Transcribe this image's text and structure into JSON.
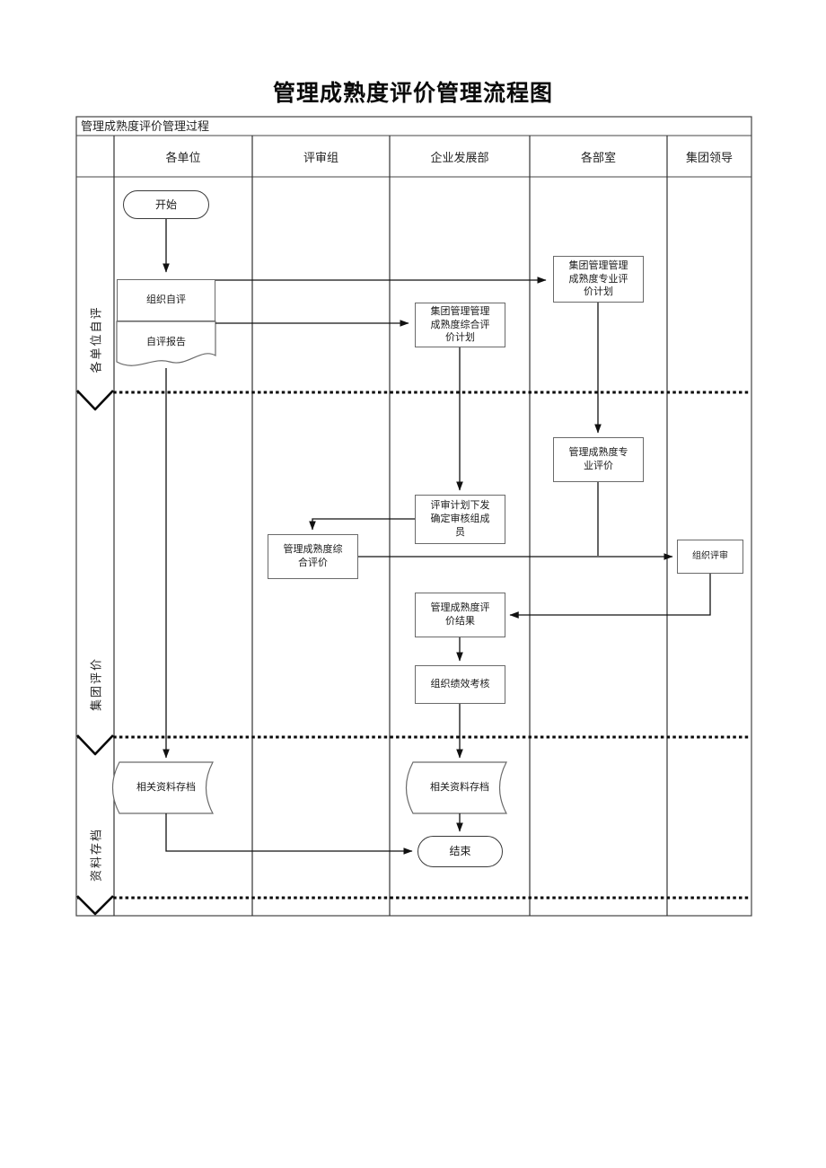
{
  "title": "管理成熟度评价管理流程图",
  "frame": {
    "header": "管理成熟度评价管理过程"
  },
  "lanes": {
    "columns": [
      "各单位",
      "评审组",
      "企业发展部",
      "各部室",
      "集团领导"
    ],
    "phases": [
      "各单位自评",
      "集团评价",
      "资料存档"
    ]
  },
  "nodes": {
    "start": "开始",
    "self_eval": "组织自评",
    "self_report": "自评报告",
    "pro_plan": "集团管理管理成熟度专业评价计划",
    "comp_plan": "集团管理管理成熟度综合评价计划",
    "pro_eval": "管理成熟度专业评价",
    "plan_issue": "评审计划下发确定审核组成员",
    "comp_eval": "管理成熟度综合评价",
    "org_review": "组织评审",
    "eval_result": "管理成熟度评价结果",
    "perf_check": "组织绩效考核",
    "archive_left": "相关资料存档",
    "archive_right": "相关资料存档",
    "end": "结束"
  },
  "colors": {
    "background": "#ffffff",
    "line": "#1a1a1a",
    "box_border": "#6a6a6a",
    "text": "#111111"
  }
}
